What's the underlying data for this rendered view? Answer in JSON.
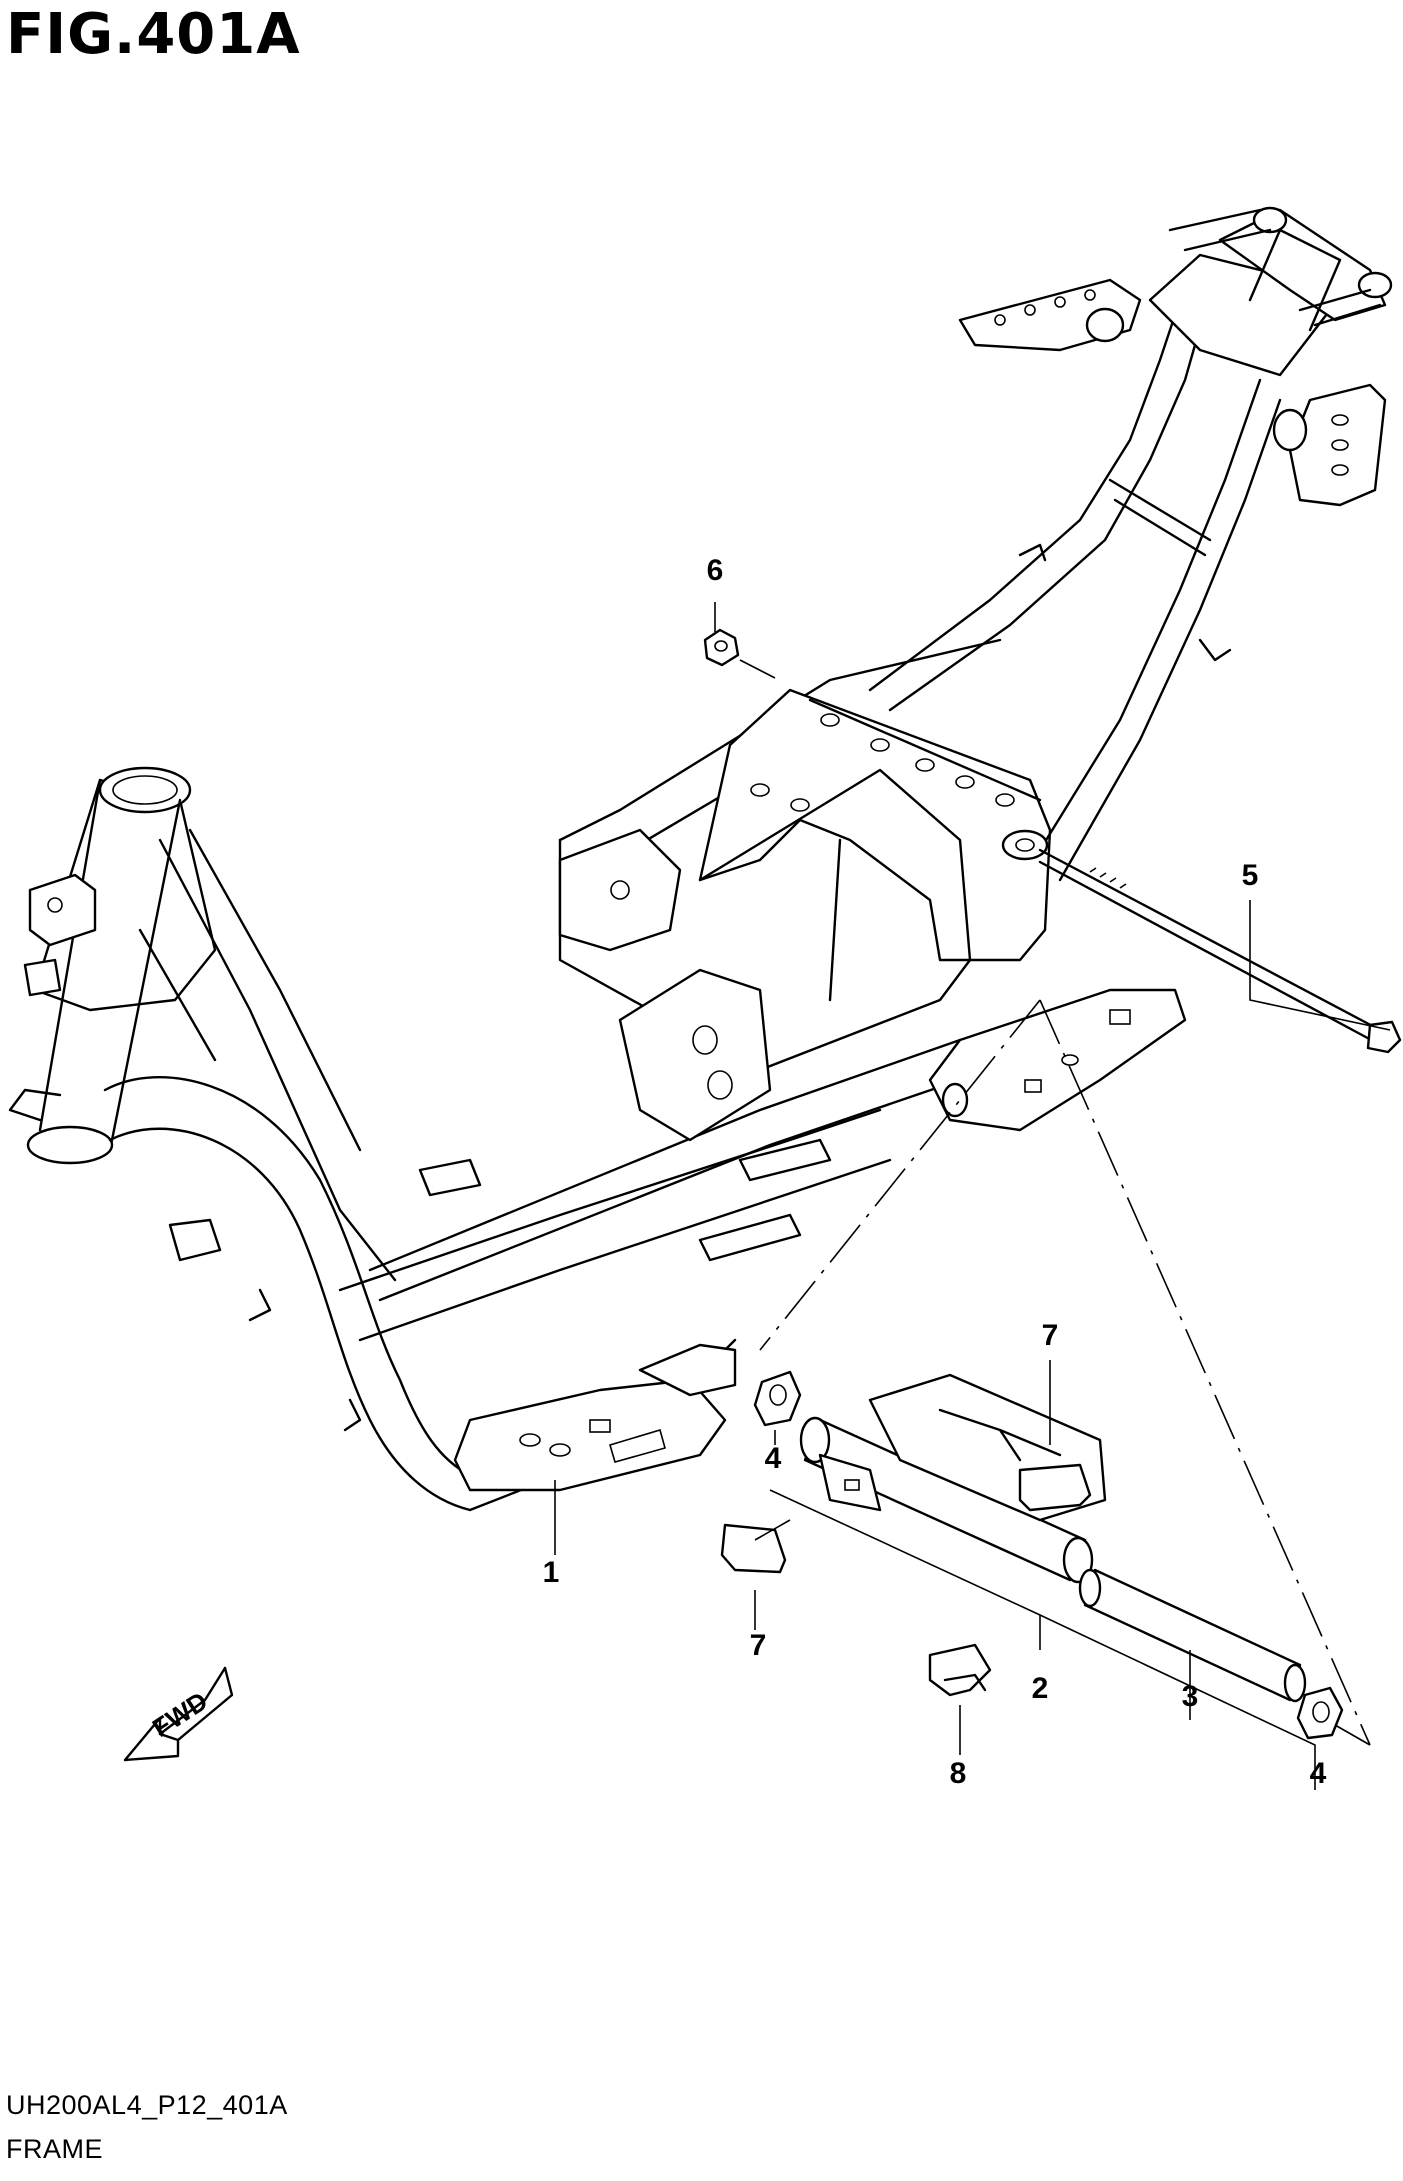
{
  "figure": {
    "title": "FIG.401A"
  },
  "footer": {
    "code": "UH200AL4_P12_401A",
    "name": "FRAME"
  },
  "callouts": [
    {
      "id": "c1",
      "text": "1"
    },
    {
      "id": "c2",
      "text": "2"
    },
    {
      "id": "c3",
      "text": "3"
    },
    {
      "id": "c4a",
      "text": "4"
    },
    {
      "id": "c4b",
      "text": "4"
    },
    {
      "id": "c5",
      "text": "5"
    },
    {
      "id": "c6",
      "text": "6"
    },
    {
      "id": "c7a",
      "text": "7"
    },
    {
      "id": "c7b",
      "text": "7"
    },
    {
      "id": "c8",
      "text": "8"
    }
  ],
  "fwd_arrow": {
    "text": "FWD"
  }
}
